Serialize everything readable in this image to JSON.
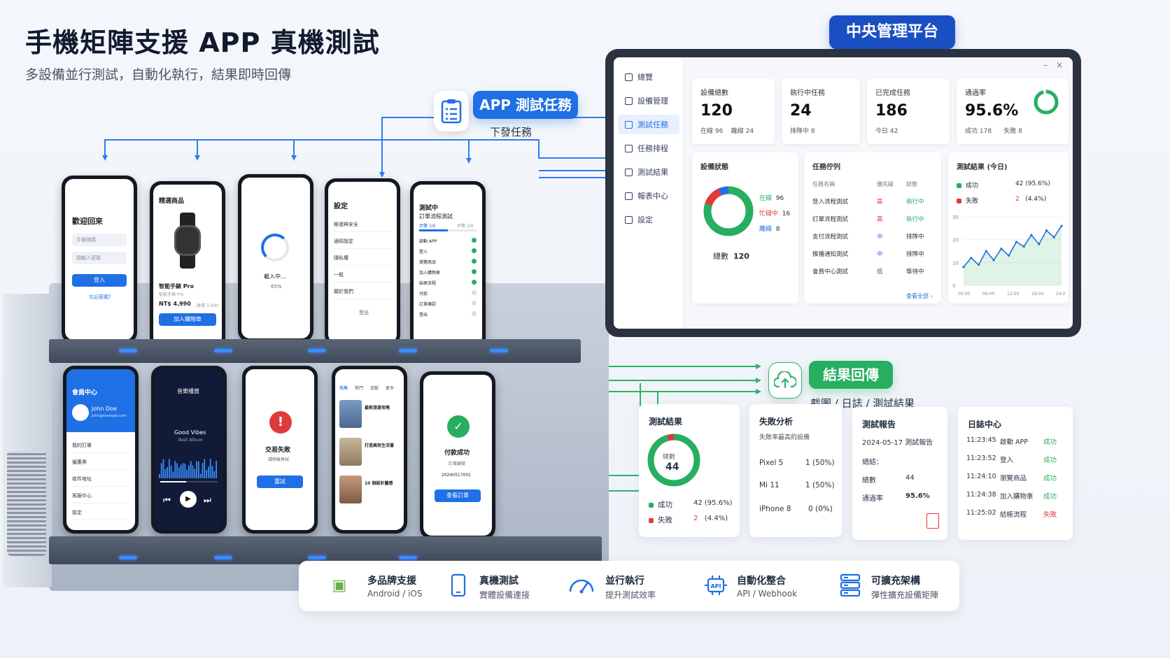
{
  "header": {
    "title": "手機矩陣支援 APP 真機測試",
    "subtitle": "多設備並行測試，自動化執行，結果即時回傳"
  },
  "labels": {
    "task_pill": "APP 測試任務",
    "task_caption": "下發任務",
    "platform_pill": "中央管理平台",
    "result_pill": "結果回傳",
    "result_caption": "截圖 / 日誌 / 測試結果"
  },
  "phones_top": [
    {
      "title": "歡迎回來",
      "field1": "手機號碼",
      "field2": "請輸入密碼",
      "btn": "登入",
      "link": "忘記密碼？"
    },
    {
      "title": "精選商品",
      "product": "智能手錶 Pro",
      "desc": "智能手錶 Pro",
      "price": "NT$ 4,990",
      "old": "原價 3,990",
      "btn": "加入購物車"
    },
    {
      "loading": "載入中...",
      "percent": "65%"
    },
    {
      "title": "設定",
      "items": [
        "帳號與安全",
        "通知設定",
        "隱私權",
        "一般",
        "關於我們"
      ],
      "btn": "登出"
    },
    {
      "title": "測試中",
      "subtitle": "訂單流程測試",
      "progress": "步驟 3/6",
      "progress_r": "步驟 3/6",
      "steps": [
        "啟動 APP",
        "登入",
        "瀏覽商品",
        "加入購物車",
        "結帳流程",
        "付款",
        "訂單確認",
        "登出"
      ]
    }
  ],
  "phones_bottom": [
    {
      "title": "會員中心",
      "name": "John Doe",
      "email": "john@example.com",
      "items": [
        "我的訂單",
        "優惠券",
        "收件地址",
        "客服中心",
        "設定"
      ]
    },
    {
      "title": "音樂播放",
      "song": "Good Vibes",
      "album": "Best Album"
    },
    {
      "title": "交易失敗",
      "desc": "請稍後再試",
      "btn": "重試"
    },
    {
      "tabs": [
        "推薦",
        "熱門",
        "追蹤",
        "更多"
      ],
      "items": [
        "最新旅遊攻略",
        "打造高效生活書",
        "10 個設計靈感"
      ]
    },
    {
      "title": "付款成功",
      "desc": "訂單編號",
      "order": "20240517001",
      "btn": "查看訂單"
    }
  ],
  "dashboard": {
    "sidebar": [
      "總覽",
      "設備管理",
      "測試任務",
      "任務排程",
      "測試結果",
      "報表中心",
      "設定"
    ],
    "active_index": 2,
    "stats": [
      {
        "label": "設備總數",
        "value": "120",
        "sub1": "在線 96",
        "sub2": "離線 24"
      },
      {
        "label": "執行中任務",
        "value": "24",
        "sub1": "排隊中 8",
        "sub2": ""
      },
      {
        "label": "已完成任務",
        "value": "186",
        "sub1": "今日 42",
        "sub2": ""
      },
      {
        "label": "通過率",
        "value": "95.6%",
        "sub1": "成功 178",
        "sub2": "失敗 8"
      }
    ],
    "device_status": {
      "title": "設備狀態",
      "legend": [
        {
          "name": "在線",
          "value": "96",
          "color": "#27ae60"
        },
        {
          "name": "忙碌中",
          "value": "16",
          "color": "#e03a3a"
        },
        {
          "name": "離線",
          "value": "8",
          "color": "#1f6fe5"
        }
      ],
      "total_label": "總數",
      "total": "120",
      "segments": [
        96,
        16,
        8
      ]
    },
    "queue": {
      "title": "任務佇列",
      "headers": [
        "任務名稱",
        "優先級",
        "狀態"
      ],
      "rows": [
        [
          "登入流程測試",
          "高",
          "執行中"
        ],
        [
          "訂單流程測試",
          "高",
          "執行中"
        ],
        [
          "支付流程測試",
          "中",
          "排隊中"
        ],
        [
          "推播通知測試",
          "中",
          "排隊中"
        ],
        [
          "會員中心測試",
          "低",
          "等待中"
        ]
      ],
      "more": "查看全部 ›"
    },
    "today": {
      "title": "測試結果 (今日)",
      "success_label": "成功",
      "success_value": "42 (95.6%)",
      "fail_label": "失敗",
      "fail_value": "2",
      "fail_pct": "(4.4%)",
      "yticks": [
        "30",
        "20",
        "10",
        "0"
      ],
      "xticks": [
        "00:00",
        "06:00",
        "12:00",
        "18:00",
        "24:00"
      ],
      "series": [
        8,
        12,
        9,
        15,
        11,
        16,
        13,
        19,
        17,
        22,
        18,
        24,
        21,
        26
      ]
    },
    "window_controls": [
      "–",
      "×"
    ]
  },
  "bottom_cards": {
    "results": {
      "title": "測試結果",
      "center_label": "總數",
      "center_value": "44",
      "success_label": "成功",
      "success_value": "42 (95.6%)",
      "fail_label": "失敗",
      "fail_value": "2",
      "fail_pct": "(4.4%)",
      "success": 42,
      "fail": 2
    },
    "failure": {
      "title": "失敗分析",
      "subtitle": "失敗率最高的設備",
      "rows": [
        [
          "Pixel 5",
          "1 (50%)"
        ],
        [
          "Mi 11",
          "1 (50%)"
        ],
        [
          "iPhone 8",
          "0 (0%)"
        ]
      ]
    },
    "report": {
      "title": "測試報告",
      "date_line": "2024-05-17 測試報告",
      "summary": "總結：",
      "total_label": "總數",
      "total": "44",
      "rate_label": "通過率",
      "rate": "95.6%"
    },
    "log": {
      "title": "日誌中心",
      "rows": [
        [
          "11:23:45",
          "啟動 APP",
          "成功"
        ],
        [
          "11:23:52",
          "登入",
          "成功"
        ],
        [
          "11:24:10",
          "瀏覽商品",
          "成功"
        ],
        [
          "11:24:38",
          "加入購物車",
          "成功"
        ],
        [
          "11:25:02",
          "結帳流程",
          "失敗"
        ]
      ]
    }
  },
  "features": [
    {
      "title": "多品牌支援",
      "sub": "Android / iOS",
      "icon": "android-apple-icon"
    },
    {
      "title": "真機測試",
      "sub": "實體設備連接",
      "icon": "phone-icon"
    },
    {
      "title": "並行執行",
      "sub": "提升測試效率",
      "icon": "gauge-icon"
    },
    {
      "title": "自動化整合",
      "sub": "API / Webhook",
      "icon": "api-chip-icon"
    },
    {
      "title": "可擴充架構",
      "sub": "彈性擴充設備矩陣",
      "icon": "server-stack-icon"
    }
  ],
  "colors": {
    "blue": "#1f6fe5",
    "green": "#27ae60",
    "red": "#e03a3a",
    "navy": "#1a4fc4"
  }
}
